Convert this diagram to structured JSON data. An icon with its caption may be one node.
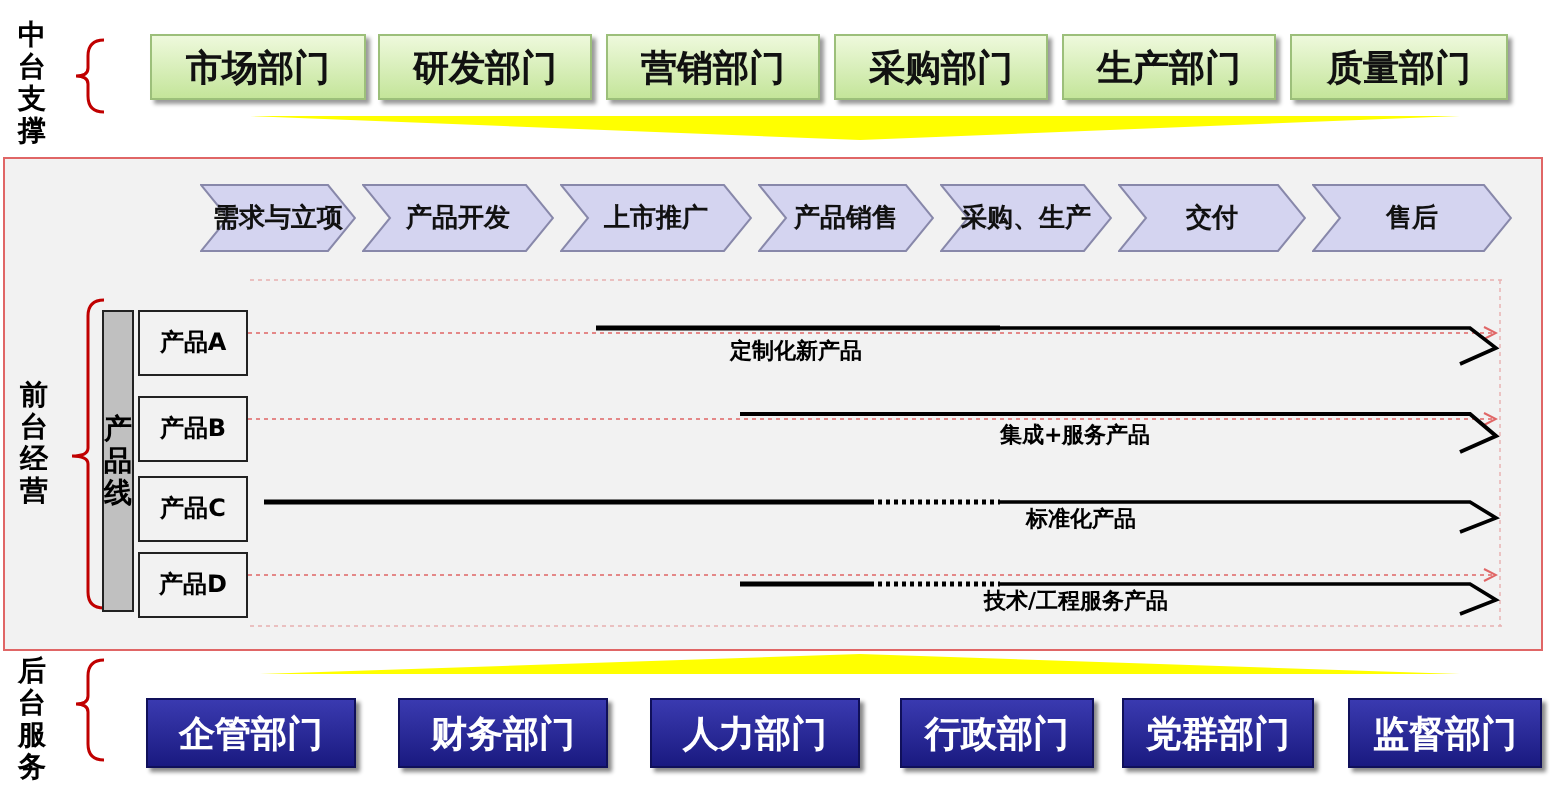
{
  "diagram": {
    "nodes": [
      {
        "text": [
          "市场部门"
        ]
      },
      {
        "text": [
          "研发部门"
        ]
      },
      {
        "text": [
          "营销部门"
        ]
      },
      {
        "text": [
          "采购部门"
        ]
      },
      {
        "text": [
          "生产部门"
        ]
      },
      {
        "text": [
          "质量部门"
        ]
      },
      {
        "text": [
          "需求与立项"
        ]
      },
      {
        "text": [
          "产品开发"
        ]
      },
      {
        "text": [
          "上市推广"
        ]
      },
      {
        "text": [
          "产品销售"
        ]
      },
      {
        "text": [
          "采购、生产"
        ]
      },
      {
        "text": [
          "交付"
        ]
      },
      {
        "text": [
          "售后"
        ]
      },
      {
        "text": [
          "产品线"
        ]
      },
      {
        "text": [
          "产品A"
        ]
      },
      {
        "text": [
          "产品B"
        ]
      },
      {
        "text": [
          "产品C"
        ]
      },
      {
        "text": [
          "产品D"
        ]
      },
      {
        "text": [
          "企管部门"
        ]
      },
      {
        "text": [
          "财务部门"
        ]
      },
      {
        "text": [
          "人力部门"
        ]
      },
      {
        "text": [
          "行政部门"
        ]
      },
      {
        "text": [
          "党群部门"
        ]
      },
      {
        "text": [
          "监督部门"
        ]
      }
    ],
    "edges": [
      {
        "from": 14,
        "to": null,
        "arrow": "to",
        "style": "dashed",
        "color": "#e06666"
      },
      {
        "from": 15,
        "to": null,
        "arrow": "to",
        "style": "dashed",
        "color": "#e06666"
      },
      {
        "from": 17,
        "to": null,
        "arrow": "to",
        "style": "dashed",
        "color": "#e06666"
      }
    ],
    "labels": [
      "中台支撑",
      "前台经营",
      "定制化新产品",
      "集成+服务产品",
      "标准化产品",
      "技术/工程服务产品",
      "后台服务"
    ]
  }
}
